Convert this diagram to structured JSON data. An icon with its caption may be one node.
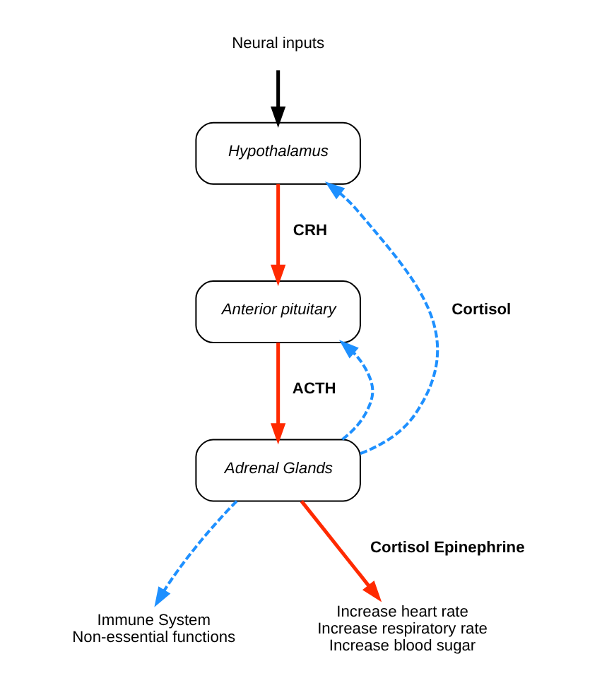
{
  "diagram": {
    "nodes": [
      {
        "text": [
          "Neural inputs"
        ]
      },
      {
        "text": [
          "Hypothalamus"
        ]
      },
      {
        "text": [
          "Anterior pituitary"
        ]
      },
      {
        "text": [
          "Adrenal Glands"
        ]
      },
      {
        "text": [
          "Immune System",
          "Non-essential functions"
        ]
      },
      {
        "text": [
          "Increase heart rate",
          "Increase respiratory rate",
          "Increase blood sugar"
        ]
      }
    ],
    "edges": [
      {
        "from": 0,
        "to": 1,
        "arrow": "to",
        "color": "#000000"
      },
      {
        "from": 1,
        "to": 2,
        "arrow": "to",
        "label": "CRH",
        "color": "#ff2a00"
      },
      {
        "from": 2,
        "to": 3,
        "arrow": "to",
        "label": "ACTH",
        "color": "#ff2a00"
      },
      {
        "from": 3,
        "to": 5,
        "arrow": "to",
        "label": "Cortisol Epinephrine",
        "color": "#ff2a00"
      },
      {
        "from": 3,
        "to": 1,
        "arrow": "to",
        "label": "Cortisol",
        "style": "dashed",
        "color": "#1e90ff"
      },
      {
        "from": 3,
        "to": 2,
        "arrow": "to",
        "style": "dashed",
        "color": "#1e90ff"
      },
      {
        "from": 3,
        "to": 4,
        "arrow": "to",
        "style": "dashed",
        "color": "#1e90ff"
      }
    ]
  }
}
